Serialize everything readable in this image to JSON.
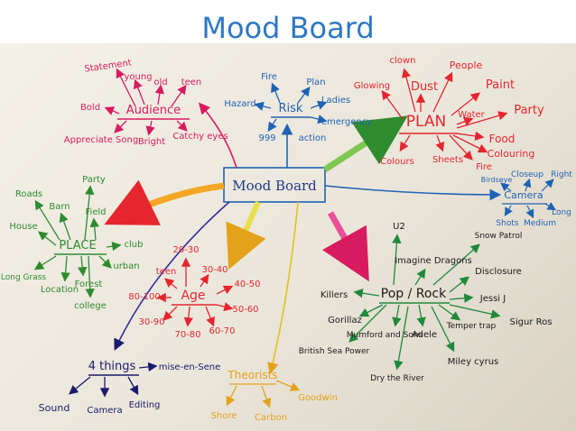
{
  "slide": {
    "title": "Mood Board"
  },
  "colors": {
    "title": "#2f78c4",
    "audience": "#d81b60",
    "risk": "#1e63b5",
    "plan": "#e5262e",
    "place": "#2e8b2e",
    "age": "#e5262e",
    "pop_rock": "#1f8a3a",
    "four_things": "#1a1a6e",
    "theorists": "#e3a21a",
    "camera": "#1e63b5"
  },
  "center": {
    "label": "Mood Board"
  },
  "audience": {
    "label": "Audience",
    "words": [
      "Statement",
      "young",
      "old",
      "teen",
      "Bold",
      "Appreciate Song",
      "Bright",
      "Catchy eyes"
    ]
  },
  "risk": {
    "label": "Risk",
    "words": [
      "Fire",
      "Plan",
      "Hazard",
      "Ladies",
      "999",
      "action",
      "emergency"
    ]
  },
  "plan": {
    "label": "PLAN",
    "words": [
      "clown",
      "People",
      "Glowing",
      "Dust",
      "Paint",
      "Water",
      "Party",
      "Colours",
      "Sheets",
      "Fire",
      "Food",
      "Colouring"
    ]
  },
  "place": {
    "label": "PLACE",
    "words": [
      "Roads",
      "Barn",
      "Party",
      "House",
      "Field",
      "club",
      "Long Grass",
      "Location",
      "Forest",
      "urban",
      "college"
    ]
  },
  "camera": {
    "label": "Camera",
    "words": [
      "Birdseye",
      "Closeup",
      "Right",
      "Long",
      "Shots",
      "Medium"
    ]
  },
  "age": {
    "label": "Age",
    "words": [
      "20-30",
      "teen",
      "30-40",
      "40-50",
      "80-100",
      "50-60",
      "30-90",
      "70-80",
      "60-70"
    ]
  },
  "pop_rock": {
    "label": "Pop / Rock",
    "words": [
      "U2",
      "Snow Patrol",
      "Imagine Dragons",
      "Disclosure",
      "Killers",
      "Jessi J",
      "Gorillaz",
      "Mumford and Sons",
      "Adele",
      "Temper trap",
      "Sigur Ros",
      "British Sea Power",
      "Dry the River",
      "Miley cyrus"
    ]
  },
  "four_things": {
    "label": "4 things",
    "words": [
      "mise-en-Sene",
      "Sound",
      "Camera",
      "Editing"
    ]
  },
  "theorists": {
    "label": "Theorists",
    "words": [
      "Shore",
      "Carbon",
      "Goodwin"
    ]
  }
}
